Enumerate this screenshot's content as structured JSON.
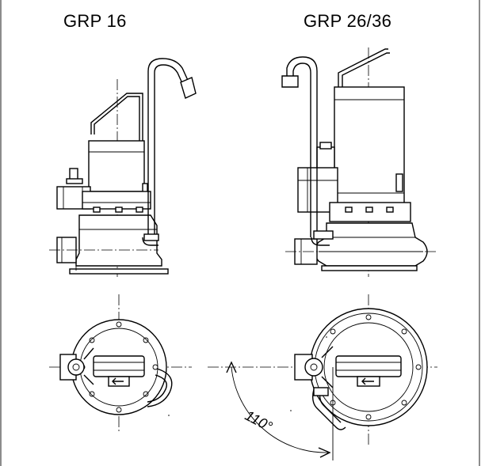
{
  "labels": {
    "left_title": "GRP 16",
    "right_title": "GRP 26/36",
    "angle": "110°"
  }
}
